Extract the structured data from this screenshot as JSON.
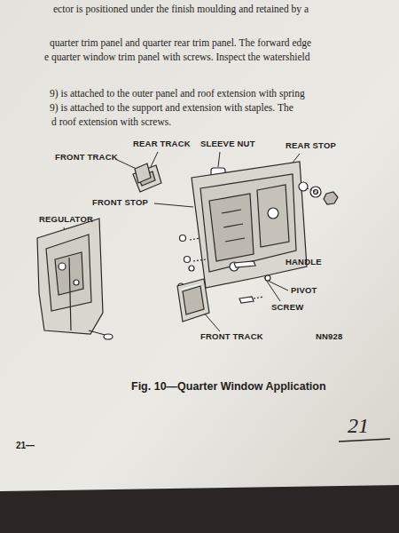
{
  "diagram": {
    "caption": "Fig. 10—Quarter Window Application",
    "labels": [
      "ector is positioned under the finish moulding and retained by a",
      "quarter trim panel and quarter rear trim panel. The forward edge",
      "e quarter window trim panel with screws. Inspect the watershield",
      "9) is attached to the outer panel and roof extension with spring",
      "9) is attached to the support and extension with staples. The",
      "d roof extension with screws.",
      "REAR TRACK",
      "SLEEVE NUT",
      "REAR STOP",
      "FRONT TRACK",
      "FRONT STOP",
      "REGULATOR",
      "HANDLE",
      "PIVOT",
      "SCREW",
      "FRONT TRACK",
      "NN928",
      "21—",
      "21"
    ]
  }
}
